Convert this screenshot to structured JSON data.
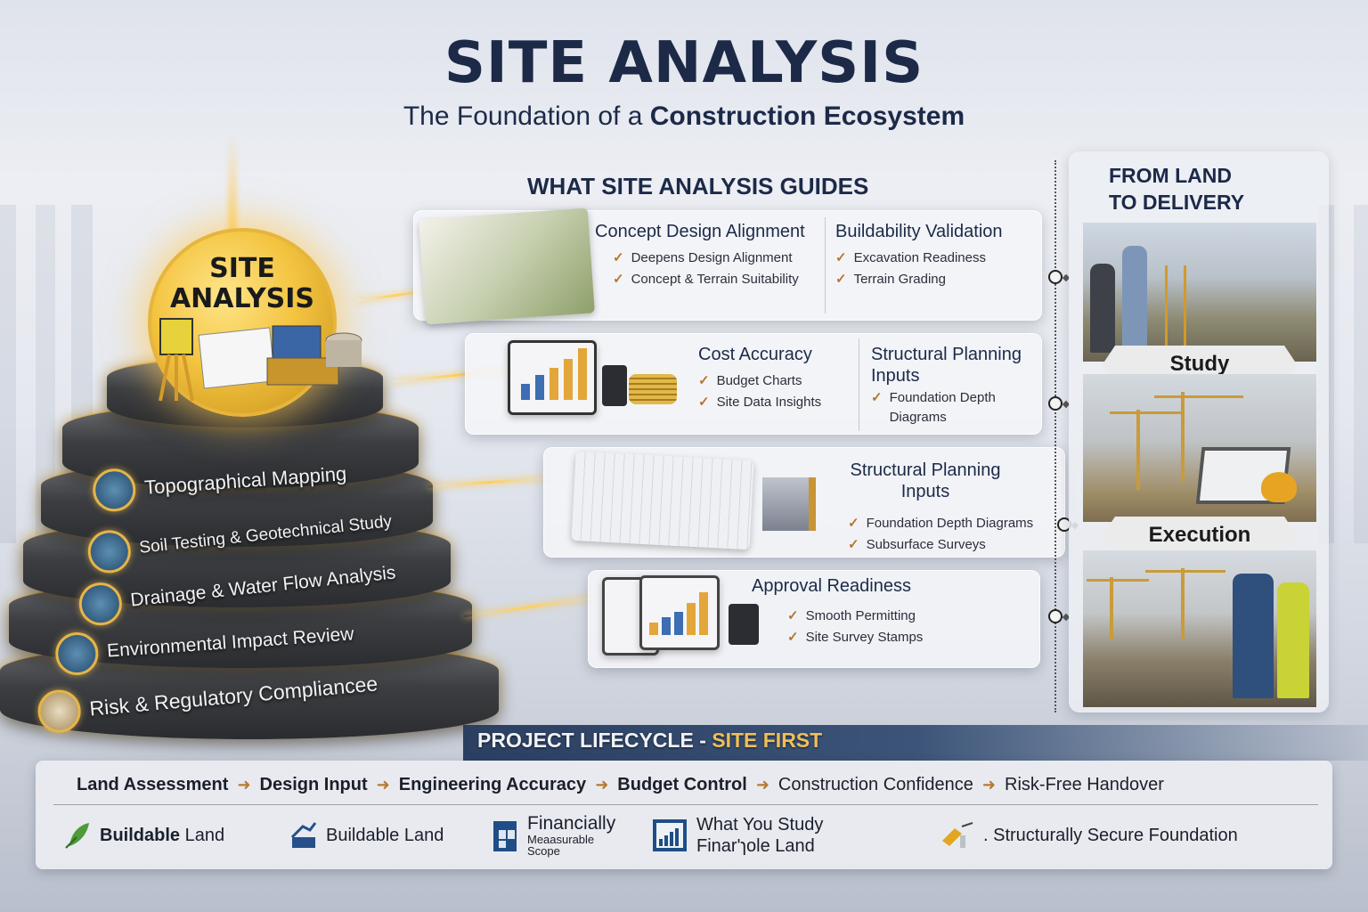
{
  "header": {
    "title": "SITE ANALYSIS",
    "subtitle_plain": "The Foundation of a ",
    "subtitle_bold": "Construction Ecosystem"
  },
  "pyramid": {
    "top_label": "SITE ANALYSIS",
    "top_label_line1": "SITE",
    "top_label_line2": "ANALYSIS",
    "tiers": [
      {
        "label": "Topographical Mapping",
        "icon": "map-icon"
      },
      {
        "label": "Soil Testing & Geotechnical Study",
        "icon": "soil-icon"
      },
      {
        "label": "Drainage & Water Flow Analysis",
        "icon": "water-icon"
      },
      {
        "label": "Environmental Impact Review",
        "icon": "environment-icon"
      },
      {
        "label": "Risk & Regulatory Compliancee",
        "icon": "compliance-icon"
      }
    ]
  },
  "guides": {
    "title": "WHAT SITE ANALYSIS GUIDES",
    "cards": [
      {
        "columns": [
          {
            "title": "Concept Design Alignment",
            "items": [
              "Deepens Design Alignment",
              "Concept & Terrain Suitability"
            ]
          },
          {
            "title": "Buildability Validation",
            "items": [
              "Excavation Readiness",
              "Terrain Grading"
            ]
          }
        ]
      },
      {
        "columns": [
          {
            "title": "Cost Accuracy",
            "items": [
              "Budget Charts",
              "Site Data Insights"
            ]
          },
          {
            "title_line1": "Structural Planning",
            "title_line2": "Inputs",
            "items_multiline": [
              "Foundation Depth",
              "Diagrams"
            ]
          }
        ]
      },
      {
        "columns": [
          {
            "title_line1": "Structural Planning",
            "title_line2": "Inputs",
            "items": [
              "Foundation Depth Diagrams",
              "Subsurface Surveys"
            ]
          }
        ]
      },
      {
        "columns": [
          {
            "title": "Approval Readiness",
            "items": [
              "Smooth Permitting",
              "Site Survey Stamps"
            ]
          }
        ]
      }
    ],
    "check_glyph": "✓"
  },
  "journey": {
    "title_line1": "FROM LAND",
    "title_line2": "TO DELIVERY",
    "stages": [
      "Study",
      "Execution"
    ]
  },
  "lifecycle": {
    "title_plain": "PROJECT LIFECYCLE - ",
    "title_accent": "SITE FIRST",
    "steps": [
      {
        "label": "Land Assessment",
        "bold": true
      },
      {
        "label": "Design Input",
        "bold": true
      },
      {
        "label": "Engineering Accuracy",
        "bold": true
      },
      {
        "label": "Budget Control",
        "bold": true
      },
      {
        "label": "Construction Confidence",
        "bold": false
      },
      {
        "label": "Risk-Free Handover",
        "bold": false
      }
    ],
    "arrow_glyph": "➜",
    "benefits": [
      {
        "bold": "Buildable",
        "plain": " Land",
        "icon": "leaf-icon"
      },
      {
        "plain": "Buildable Land",
        "icon": "growth-chart-icon"
      },
      {
        "line1": "Financially",
        "line2": "Meaasurable",
        "line3": "Scope",
        "icon": "blueprint-icon"
      },
      {
        "line1": "What You Study",
        "line2": "Finar'ɿole Land",
        "icon": "report-chart-icon"
      },
      {
        "plain": ". Structurally Secure Foundation",
        "icon": "tools-icon"
      }
    ]
  },
  "colors": {
    "navy": "#1c2a48",
    "gold": "#f0bf5a",
    "check": "#b5772a",
    "band": "#2b3f61"
  }
}
